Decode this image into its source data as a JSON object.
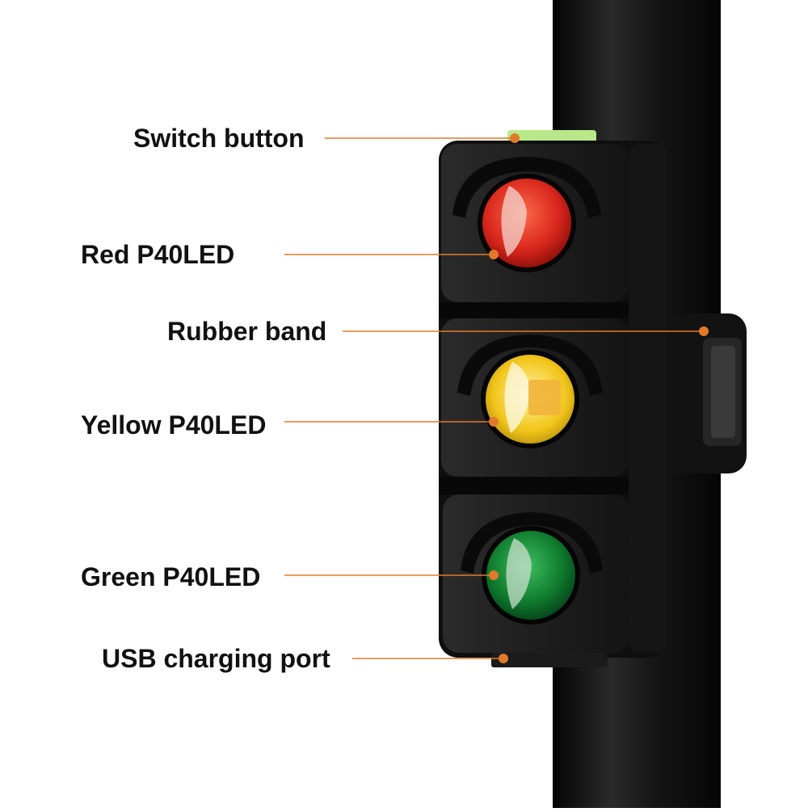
{
  "callouts": [
    {
      "id": "switch-button",
      "label": "Switch button"
    },
    {
      "id": "red-led",
      "label": "Red P40LED"
    },
    {
      "id": "rubber-band",
      "label": "Rubber band"
    },
    {
      "id": "yellow-led",
      "label": "Yellow P40LED"
    },
    {
      "id": "green-led",
      "label": "Green P40LED"
    },
    {
      "id": "usb-port",
      "label": "USB charging port"
    }
  ],
  "colors": {
    "leader_line": "#e07a2a",
    "body": "#1a1a1a",
    "pole": "#111111",
    "switch": "#b9e88a",
    "red_lens": "#d8261c",
    "yellow_lens": "#f2c51a",
    "green_lens": "#0f7a2c"
  }
}
